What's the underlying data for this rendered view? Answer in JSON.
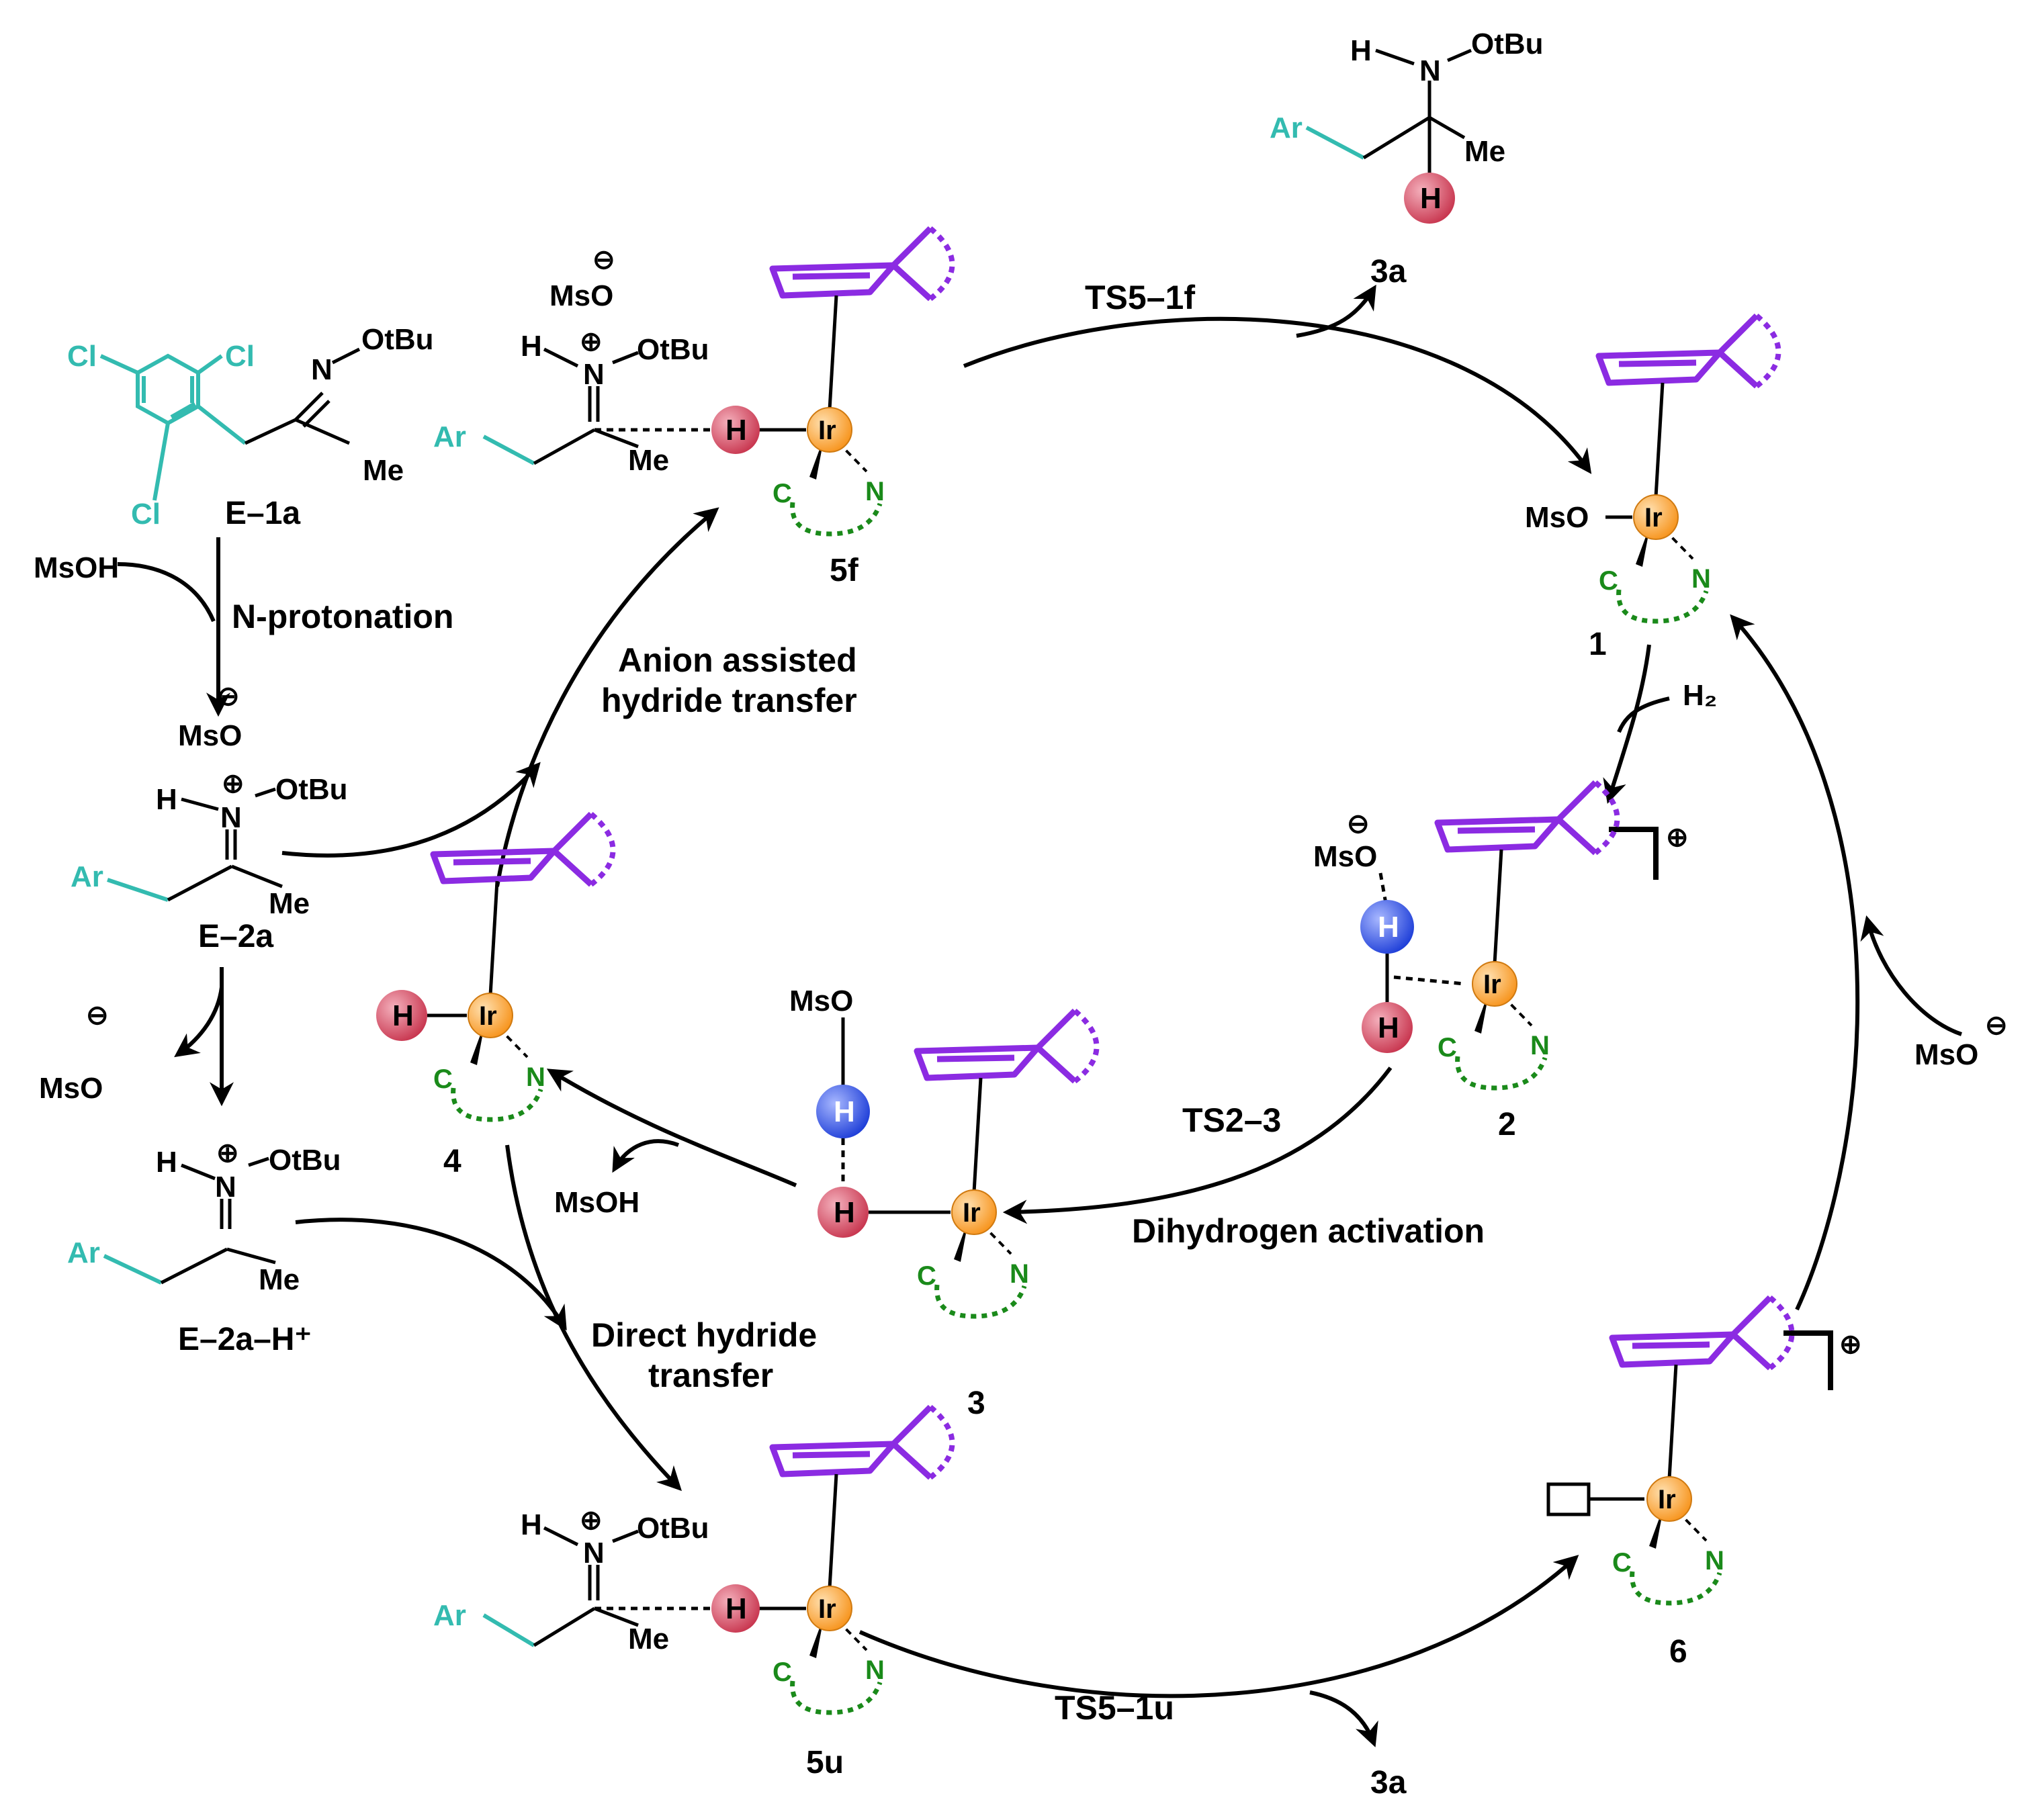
{
  "colors": {
    "cp_ring": "#8B2BE2",
    "iridium": "#F7941D",
    "hydride": "#C8364F",
    "proton": "#1F3FD8",
    "aryl": "#33BBB0",
    "chelate": "#1a8a1a"
  },
  "atoms": {
    "ir": "Ir",
    "h": "H",
    "c": "C",
    "n": "N",
    "mso": "MsO",
    "ar": "Ar",
    "me": "Me",
    "cl": "Cl",
    "otbu": "OtBu",
    "h2": "H₂",
    "plus": "⊕",
    "minus": "⊖"
  },
  "compounds": {
    "e1a": "E–1a",
    "e2a": "E–2a",
    "e2ah": "E–2a–H⁺",
    "c1": "1",
    "c2": "2",
    "c3": "3",
    "c4": "4",
    "c5f": "5f",
    "c5u": "5u",
    "c6": "6",
    "p3a_top": "3a",
    "p3a_bottom": "3a"
  },
  "reagents": {
    "msoh_in": "MsOH",
    "msoh_out": "MsOH",
    "mso_anion_1": "MsO",
    "mso_anion_2": "MsO",
    "mso_anion_5f": "MsO",
    "mso_anion_right": "MsO",
    "h2": "H₂"
  },
  "transition_states": {
    "ts51f": "TS5–1f",
    "ts23": "TS2–3",
    "ts51u": "TS5–1u"
  },
  "captions": {
    "n_protonation": "N-protonation",
    "anion_line1": "Anion assisted",
    "anion_line2": "hydride transfer",
    "dihydrogen": "Dihydrogen activation",
    "direct_line1": "Direct hydride",
    "direct_line2": "transfer"
  }
}
